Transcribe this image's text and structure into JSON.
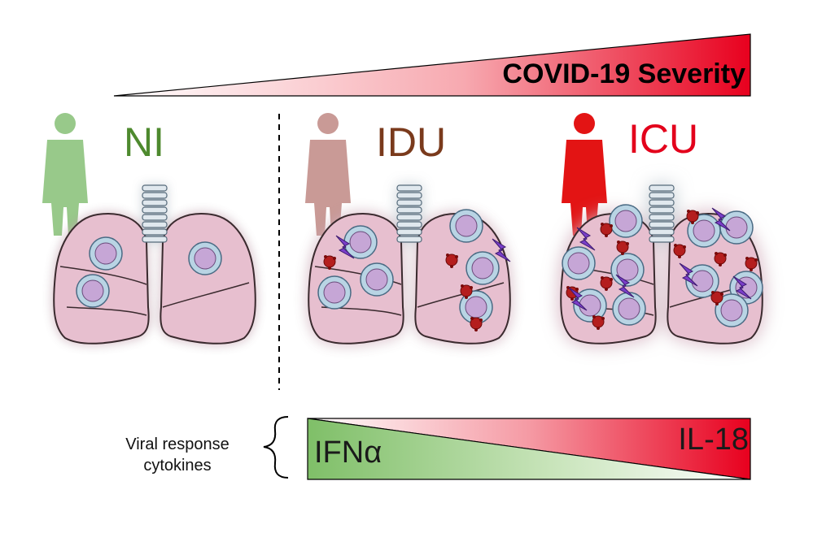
{
  "severity": {
    "label": "COVID-19 Severity",
    "color_low": "#ffffff",
    "color_high": "#e8001e"
  },
  "groups": [
    {
      "id": "ni",
      "label": "NI",
      "color": "#4e8a2e",
      "glow": "#7ed36b",
      "person_color": "#98c98a"
    },
    {
      "id": "idu",
      "label": "IDU",
      "color": "#7a3a1c",
      "glow": "#f4a6a6",
      "person_color": "#c99a96"
    },
    {
      "id": "icu",
      "label": "ICU",
      "color": "#e3001b",
      "glow": "#ff1a1a",
      "person_color": "#e31414"
    }
  ],
  "cytokines": {
    "caption_line1": "Viral response",
    "caption_line2": "cytokines",
    "ifn_label": "IFNα",
    "il18_label": "IL-18",
    "ifn_color": "#7fbf68",
    "il18_color": "#e8001e"
  }
}
